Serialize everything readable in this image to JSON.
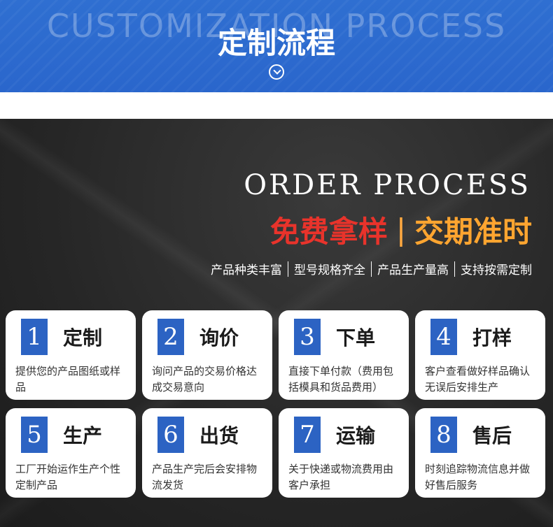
{
  "banner": {
    "bg_text": "CUSTOMIZATION PROCESS",
    "title": "定制流程"
  },
  "order": {
    "heading_en": "ORDER PROCESS",
    "heading_cn_left": "免费拿样",
    "heading_cn_sep": "|",
    "heading_cn_right": "交期准时",
    "tags": [
      "产品种类丰富",
      "型号规格齐全",
      "产品生产量高",
      "支持按需定制"
    ]
  },
  "steps": [
    {
      "num": "1",
      "title": "定制",
      "desc": "提供您的产品图纸或样品"
    },
    {
      "num": "2",
      "title": "询价",
      "desc": "询问产品的交易价格达成交易意向"
    },
    {
      "num": "3",
      "title": "下单",
      "desc": "直接下单付款（费用包括模具和货品费用）"
    },
    {
      "num": "4",
      "title": "打样",
      "desc": "客户查看做好样品确认无误后安排生产"
    },
    {
      "num": "5",
      "title": "生产",
      "desc": "工厂开始运作生产个性定制产品"
    },
    {
      "num": "6",
      "title": "出货",
      "desc": "产品生产完后会安排物流发货"
    },
    {
      "num": "7",
      "title": "运输",
      "desc": "关于快递或物流费用由客户承担"
    },
    {
      "num": "8",
      "title": "售后",
      "desc": "时刻追踪物流信息并做好售后服务"
    }
  ],
  "colors": {
    "banner_blue": "#2f6fd1",
    "number_box_blue": "#2c63c3",
    "red": "#e8332b",
    "orange": "#ffa530"
  }
}
